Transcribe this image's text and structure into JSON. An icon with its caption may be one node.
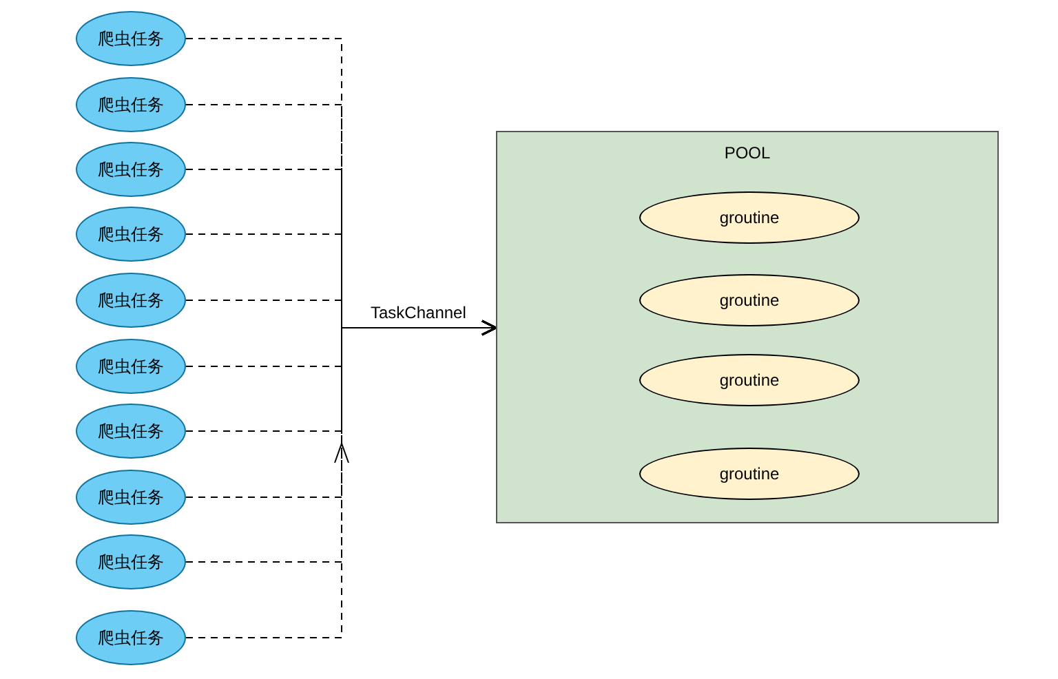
{
  "diagram": {
    "nodes": [
      {
        "text": [
          "爬虫任务"
        ]
      },
      {
        "text": [
          "爬虫任务"
        ]
      },
      {
        "text": [
          "爬虫任务"
        ]
      },
      {
        "text": [
          "爬虫任务"
        ]
      },
      {
        "text": [
          "爬虫任务"
        ]
      },
      {
        "text": [
          "爬虫任务"
        ]
      },
      {
        "text": [
          "爬虫任务"
        ]
      },
      {
        "text": [
          "爬虫任务"
        ]
      },
      {
        "text": [
          "爬虫任务"
        ]
      },
      {
        "text": [
          "爬虫任务"
        ]
      },
      {
        "text": [
          "POOL"
        ]
      },
      {
        "text": [
          "groutine"
        ],
        "in": 10
      },
      {
        "text": [
          "groutine"
        ],
        "in": 10
      },
      {
        "text": [
          "groutine"
        ],
        "in": 10
      },
      {
        "text": [
          "groutine"
        ],
        "in": 10
      }
    ],
    "edges": [
      {
        "from": 0,
        "to": 10,
        "arrow": "to",
        "style": "dashed"
      },
      {
        "from": 1,
        "to": 10,
        "arrow": "to",
        "style": "dashed"
      },
      {
        "from": 2,
        "to": 10,
        "arrow": "to",
        "style": "dashed"
      },
      {
        "from": 3,
        "to": 10,
        "arrow": "to",
        "style": "dashed"
      },
      {
        "from": 4,
        "to": 10,
        "arrow": "to",
        "style": "dashed",
        "label": "TaskChannel"
      },
      {
        "from": 5,
        "to": 10,
        "arrow": "to",
        "style": "dashed"
      },
      {
        "from": 6,
        "to": 10,
        "arrow": "to",
        "style": "dashed"
      },
      {
        "from": 7,
        "to": 10,
        "arrow": "to",
        "style": "dashed"
      },
      {
        "from": 8,
        "to": 10,
        "arrow": "to",
        "style": "dashed"
      },
      {
        "from": 9,
        "to": 10,
        "arrow": "to",
        "style": "dashed"
      }
    ]
  }
}
